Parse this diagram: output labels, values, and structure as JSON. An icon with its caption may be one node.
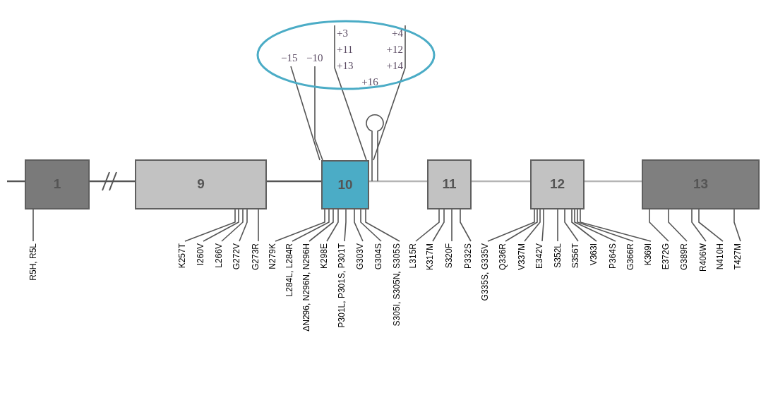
{
  "diagram": {
    "nodes": [
      {
        "text": [],
        "shape": "ellipse"
      },
      {
        "text": [
          "−15"
        ],
        "in": 0
      },
      {
        "text": [
          "−10"
        ],
        "in": 0
      },
      {
        "text": [
          "+3",
          "+4",
          "+11",
          "+12",
          "+13",
          "+14",
          "+16"
        ],
        "in": 0
      },
      {
        "text": [
          "1"
        ]
      },
      {
        "text": [
          "9"
        ]
      },
      {
        "text": [
          "10"
        ]
      },
      {
        "text": [
          "11"
        ]
      },
      {
        "text": [
          "12"
        ]
      },
      {
        "text": [
          "13"
        ]
      },
      {
        "text": [
          "R5H, R5L"
        ]
      },
      {
        "text": [
          "K257T"
        ]
      },
      {
        "text": [
          "I260V"
        ]
      },
      {
        "text": [
          "L266V"
        ]
      },
      {
        "text": [
          "G272V"
        ]
      },
      {
        "text": [
          "G273R"
        ]
      },
      {
        "text": [
          "N279K"
        ]
      },
      {
        "text": [
          "L284L, L284R"
        ]
      },
      {
        "text": [
          "ΔN296, N296N, N296H"
        ]
      },
      {
        "text": [
          "K298E"
        ]
      },
      {
        "text": [
          "P301L, P301S, P301T"
        ]
      },
      {
        "text": [
          "G303V"
        ]
      },
      {
        "text": [
          "G304S"
        ]
      },
      {
        "text": [
          "S305I, S305N, S305S"
        ]
      },
      {
        "text": [
          "L315R"
        ]
      },
      {
        "text": [
          "K317M"
        ]
      },
      {
        "text": [
          "S320F"
        ]
      },
      {
        "text": [
          "P332S"
        ]
      },
      {
        "text": [
          "G335S, G335V"
        ]
      },
      {
        "text": [
          "Q336R"
        ]
      },
      {
        "text": [
          "V337M"
        ]
      },
      {
        "text": [
          "E342V"
        ]
      },
      {
        "text": [
          "S352L"
        ]
      },
      {
        "text": [
          "S356T"
        ]
      },
      {
        "text": [
          "V363I"
        ]
      },
      {
        "text": [
          "P364S"
        ]
      },
      {
        "text": [
          "G366R"
        ]
      },
      {
        "text": [
          "K369I"
        ]
      },
      {
        "text": [
          "E372G"
        ]
      },
      {
        "text": [
          "G389R"
        ]
      },
      {
        "text": [
          "R406W"
        ]
      },
      {
        "text": [
          "N410H"
        ]
      },
      {
        "text": [
          "T427M"
        ]
      }
    ],
    "edges": [
      {
        "from": null,
        "to": 4,
        "arrow": "none"
      },
      {
        "from": 4,
        "to": 5,
        "arrow": "none"
      },
      {
        "from": 5,
        "to": 6,
        "arrow": "none"
      },
      {
        "from": 6,
        "to": 7,
        "arrow": "none",
        "color": "#b5b5b5"
      },
      {
        "from": 7,
        "to": 8,
        "arrow": "none",
        "color": "#b5b5b5"
      },
      {
        "from": 8,
        "to": 9,
        "arrow": "none",
        "color": "#b5b5b5"
      },
      {
        "from": 1,
        "to": 6,
        "arrow": "none"
      },
      {
        "from": 2,
        "to": 6,
        "arrow": "none"
      },
      {
        "from": 3,
        "to": 6,
        "arrow": "none"
      },
      {
        "from": 3,
        "to": 6,
        "arrow": "none"
      },
      {
        "from": 10,
        "to": 4,
        "arrow": "none"
      },
      {
        "from": 11,
        "to": 5,
        "arrow": "none"
      },
      {
        "from": 12,
        "to": 5,
        "arrow": "none"
      },
      {
        "from": 13,
        "to": 5,
        "arrow": "none"
      },
      {
        "from": 14,
        "to": 5,
        "arrow": "none"
      },
      {
        "from": 15,
        "to": 5,
        "arrow": "none"
      },
      {
        "from": 16,
        "to": 6,
        "arrow": "none"
      },
      {
        "from": 17,
        "to": 6,
        "arrow": "none"
      },
      {
        "from": 18,
        "to": 6,
        "arrow": "none"
      },
      {
        "from": 19,
        "to": 6,
        "arrow": "none"
      },
      {
        "from": 20,
        "to": 6,
        "arrow": "none"
      },
      {
        "from": 21,
        "to": 6,
        "arrow": "none"
      },
      {
        "from": 22,
        "to": 6,
        "arrow": "none"
      },
      {
        "from": 23,
        "to": 6,
        "arrow": "none"
      },
      {
        "from": 24,
        "to": 7,
        "arrow": "none"
      },
      {
        "from": 25,
        "to": 7,
        "arrow": "none"
      },
      {
        "from": 26,
        "to": 7,
        "arrow": "none"
      },
      {
        "from": 27,
        "to": 7,
        "arrow": "none"
      },
      {
        "from": 28,
        "to": 8,
        "arrow": "none"
      },
      {
        "from": 29,
        "to": 8,
        "arrow": "none"
      },
      {
        "from": 30,
        "to": 8,
        "arrow": "none"
      },
      {
        "from": 31,
        "to": 8,
        "arrow": "none"
      },
      {
        "from": 32,
        "to": 8,
        "arrow": "none"
      },
      {
        "from": 33,
        "to": 8,
        "arrow": "none"
      },
      {
        "from": 34,
        "to": 8,
        "arrow": "none"
      },
      {
        "from": 35,
        "to": 8,
        "arrow": "none"
      },
      {
        "from": 36,
        "to": 8,
        "arrow": "none"
      },
      {
        "from": 37,
        "to": 8,
        "arrow": "none"
      },
      {
        "from": 38,
        "to": 9,
        "arrow": "none"
      },
      {
        "from": 39,
        "to": 9,
        "arrow": "none"
      },
      {
        "from": 40,
        "to": 9,
        "arrow": "none"
      },
      {
        "from": 41,
        "to": 9,
        "arrow": "none"
      },
      {
        "from": 42,
        "to": 9,
        "arrow": "none"
      }
    ]
  }
}
